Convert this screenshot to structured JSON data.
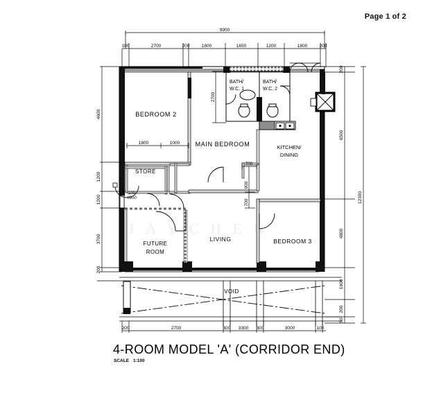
{
  "header": {
    "page_label": "Page 1 of 2"
  },
  "title": {
    "main": "4-ROOM MODEL 'A' (CORRIDOR END)",
    "scale_label": "SCALE",
    "scale_value": "1:100"
  },
  "watermark": {
    "text": "JAYCHEN"
  },
  "rooms": [
    {
      "id": "bedroom2",
      "label": "BEDROOM 2"
    },
    {
      "id": "main_bedroom",
      "label": "MAIN  BEDROOM"
    },
    {
      "id": "bath_wc_1_a",
      "label": "BATH/"
    },
    {
      "id": "bath_wc_1_b",
      "label": "W.C.  1"
    },
    {
      "id": "bath_wc_2_a",
      "label": "BATH/"
    },
    {
      "id": "bath_wc_2_b",
      "label": "W.C.  2"
    },
    {
      "id": "kitchen_a",
      "label": "KITCHEN/"
    },
    {
      "id": "kitchen_b",
      "label": "DINING"
    },
    {
      "id": "store",
      "label": "STORE"
    },
    {
      "id": "future_a",
      "label": "FUTURE"
    },
    {
      "id": "future_b",
      "label": "ROOM"
    },
    {
      "id": "living",
      "label": "LIVING"
    },
    {
      "id": "bedroom3",
      "label": "BEDROOM 3"
    },
    {
      "id": "void",
      "label": "VOID"
    }
  ],
  "dimensions": {
    "top_overall": "9900",
    "top_chain": [
      "100",
      "2700",
      "200",
      "1800",
      "1650",
      "1200",
      "1800",
      "200"
    ],
    "bottom_chain": [
      "200",
      "2700",
      "300",
      "3300",
      "300",
      "3000",
      "100"
    ],
    "left_chain": [
      "4600",
      "1200",
      "1200",
      "3700",
      "200"
    ],
    "right_overall": "12300",
    "right_chain": [
      "200",
      "6500",
      "4800",
      "1600",
      "200",
      "50"
    ],
    "interior": {
      "bath_depth": "2700",
      "store_width": "1800",
      "store_gap": "1000",
      "door_100": "100",
      "door_900": "0900",
      "kitchen_700": "700",
      "kitchen_900": "900",
      "kitchen_700b": "700"
    }
  },
  "colors": {
    "ink": "#000000",
    "wall_fill": "#111111",
    "thin_line": "#3a3a3a",
    "hatch": "#8d8d8d",
    "watermark": "#efeeea"
  }
}
